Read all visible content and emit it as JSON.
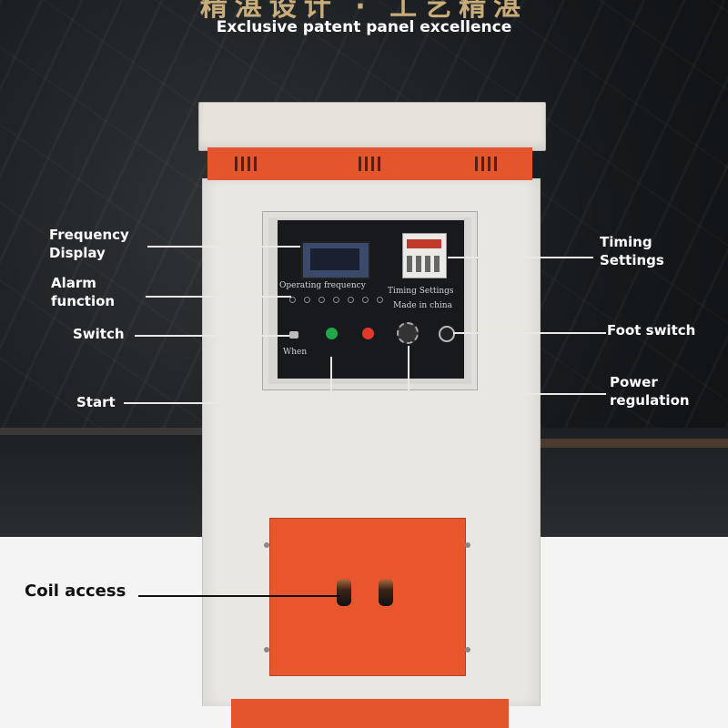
{
  "header": {
    "title_cn": "精湛设计 · 工艺精湛",
    "title": "Exclusive patent panel excellence"
  },
  "panel": {
    "operating_frequency": "Operating frequency",
    "timing_settings": "Timing Settings",
    "made_in": "Made in china",
    "when": "When"
  },
  "callouts": {
    "frequency_display": "Frequency Display",
    "alarm_function": "Alarm function",
    "switch": "Switch",
    "start": "Start",
    "timing_settings": "Timing Settings",
    "foot_switch": "Foot switch",
    "power_regulation": "Power regulation",
    "coil_access": "Coil access"
  },
  "colors": {
    "cabinet": "#e9e7e1",
    "accent_orange": "#e4552e",
    "panel": "#17191c"
  }
}
